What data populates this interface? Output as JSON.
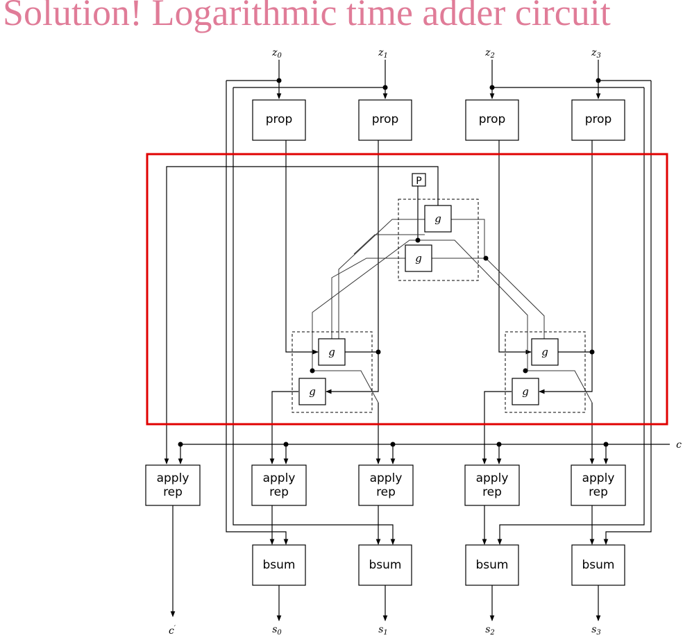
{
  "title": "Solution! Logarithmic time adder circuit",
  "inputs": [
    "z0",
    "z1",
    "z2",
    "z3"
  ],
  "input_labels": [
    {
      "base": "z",
      "sub": "0"
    },
    {
      "base": "z",
      "sub": "1"
    },
    {
      "base": "z",
      "sub": "2"
    },
    {
      "base": "z",
      "sub": "3"
    }
  ],
  "blocks": {
    "prop": "prop",
    "apply_line1": "apply",
    "apply_line2": "rep",
    "bsum": "bsum",
    "g": "g",
    "p": "P"
  },
  "carry_in": "c",
  "carry_out": {
    "base": "c",
    "prime": "′"
  },
  "output_labels": [
    {
      "base": "s",
      "sub": "0"
    },
    {
      "base": "s",
      "sub": "1"
    },
    {
      "base": "s",
      "sub": "2"
    },
    {
      "base": "s",
      "sub": "3"
    }
  ],
  "colors": {
    "title": "#e07c98",
    "highlight": "#e00000",
    "line": "#000000"
  }
}
